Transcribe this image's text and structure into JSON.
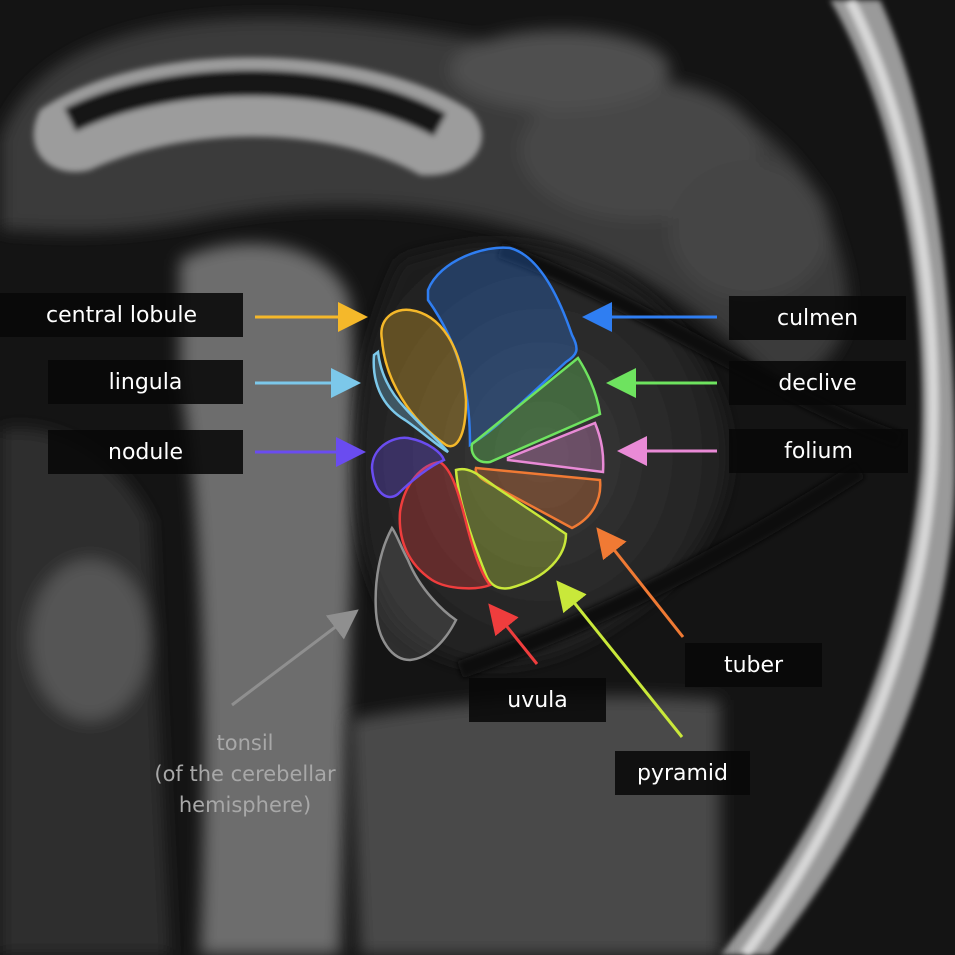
{
  "labels": {
    "central_lobule": "central lobule",
    "lingula": "lingula",
    "nodule": "nodule",
    "culmen": "culmen",
    "declive": "declive",
    "folium": "folium",
    "tuber": "tuber",
    "uvula": "uvula",
    "pyramid": "pyramid",
    "tonsil": [
      "tonsil",
      "(of the cerebellar",
      "hemisphere)"
    ]
  },
  "colors": {
    "culmen": "#2f7ef2",
    "central_lobule": "#f5b82a",
    "lingula": "#7cc8ea",
    "nodule": "#6a4cf0",
    "declive": "#6ee35f",
    "folium": "#e98ad6",
    "tuber": "#f07a34",
    "uvula": "#ef3d3d",
    "pyramid": "#c9e83a",
    "tonsil": "#8f8f8f"
  }
}
